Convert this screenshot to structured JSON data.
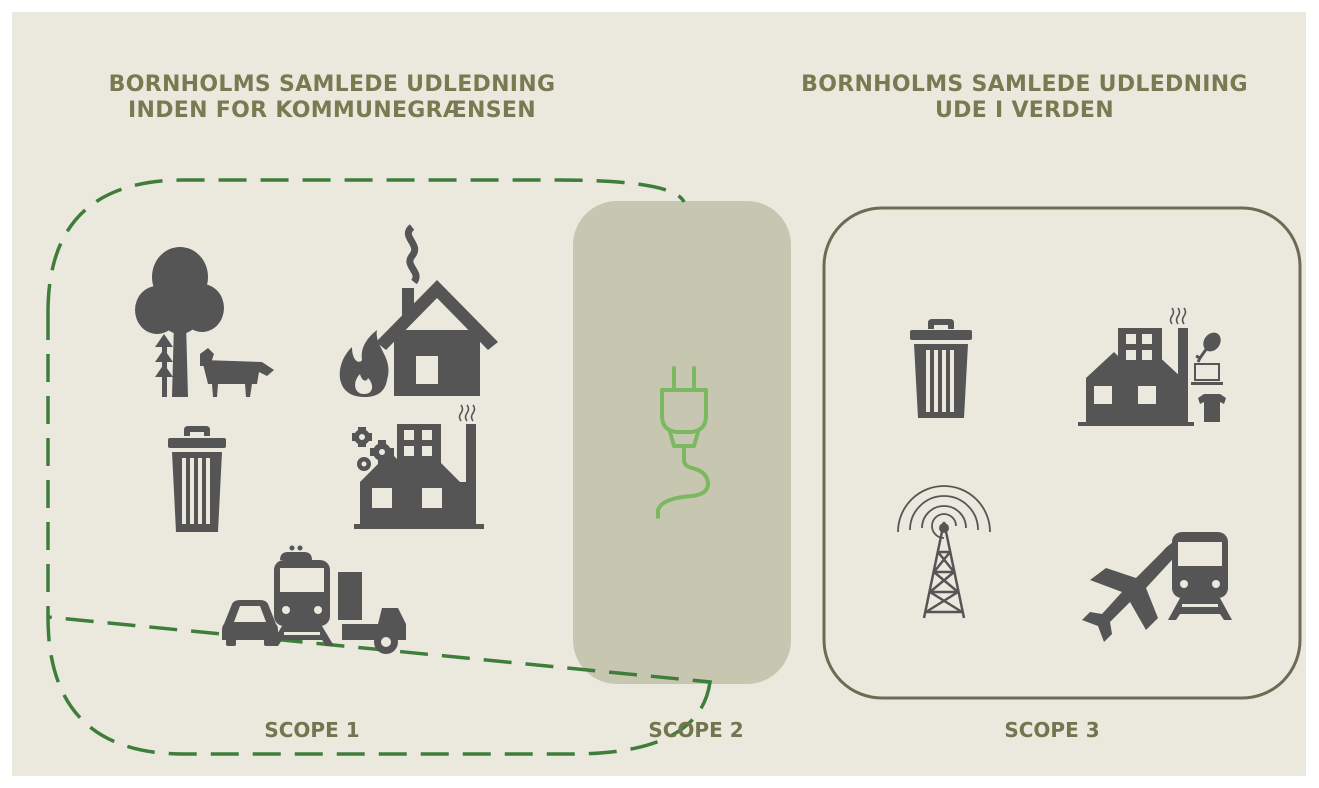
{
  "left_heading": {
    "line1": "BORNHOLMS SAMLEDE UDLEDNING",
    "line2": "INDEN FOR KOMMUNEGRÆNSEN"
  },
  "right_heading": {
    "line1": "BORNHOLMS SAMLEDE UDLEDNING",
    "line2": "UDE I VERDEN"
  },
  "scopes": [
    {
      "label": "SCOPE 1",
      "icons": [
        "tree-icon",
        "cow-icon",
        "house-chimney-icon",
        "fire-icon",
        "trash-can-icon",
        "factory-gears-icon",
        "car-icon",
        "train-icon",
        "truck-icon"
      ]
    },
    {
      "label": "SCOPE 2",
      "icons": [
        "power-plug-icon"
      ]
    },
    {
      "label": "SCOPE 3",
      "icons": [
        "trash-can-icon",
        "factory-goods-icon",
        "radio-tower-icon",
        "airplane-icon",
        "train-icon"
      ]
    }
  ],
  "colors": {
    "background": "#ebe9de",
    "heading_text": "#7a7a52",
    "scope1_border": "#3f7d3a",
    "scope2_fill": "#c7c6b0",
    "scope3_border": "#6c6b54",
    "icon": "#555555",
    "plug": "#7cb861"
  }
}
